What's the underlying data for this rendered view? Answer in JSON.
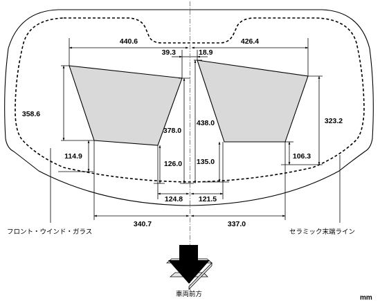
{
  "dimensions": {
    "left_top_width": "440.6",
    "right_top_width": "426.4",
    "left_center_gap": "39.3",
    "right_center_gap": "18.9",
    "left_outer_height": "358.6",
    "left_inner_height": "378.0",
    "right_inner_height": "438.0",
    "right_outer_height": "323.2",
    "left_outer_bottom_gap": "114.9",
    "left_inner_bottom_gap": "126.0",
    "right_inner_bottom_gap": "135.0",
    "right_outer_bottom_gap": "106.3",
    "left_bottom_inset": "124.8",
    "right_bottom_inset": "121.5",
    "left_bottom_span": "340.7",
    "right_bottom_span": "337.0"
  },
  "labels": {
    "windshield": "フロント・ウインド・ガラス",
    "ceramic_line": "セラミック末端ライン",
    "vehicle_front": "車両前方",
    "unit": "mm"
  }
}
